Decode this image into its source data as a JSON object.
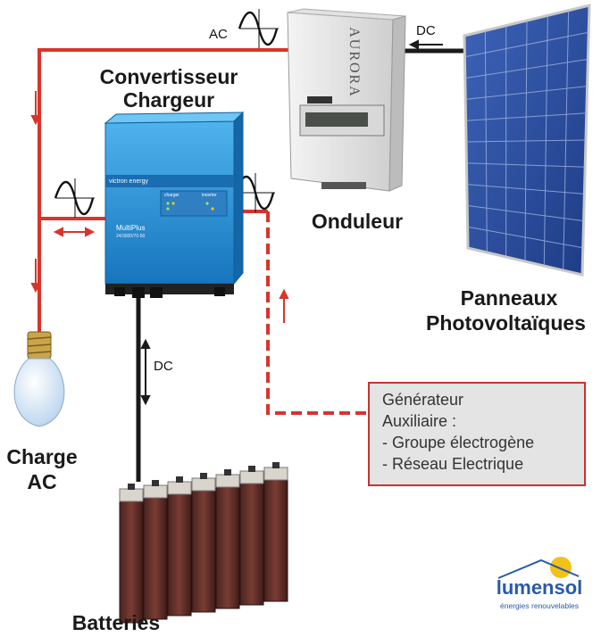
{
  "labels": {
    "converter_line1": "Convertisseur",
    "converter_line2": "Chargeur",
    "inverter": "Onduleur",
    "panels_line1": "Panneaux",
    "panels_line2": "Photovoltaïques",
    "load_line1": "Charge",
    "load_line2": "AC",
    "batteries": "Batteries",
    "ac": "AC",
    "dc_top": "DC",
    "dc_battery": "DC"
  },
  "aux_box": {
    "line1": "Générateur",
    "line2": "Auxiliaire :",
    "line3": "- Groupe électrogène",
    "line4": "- Réseau Electrique"
  },
  "device_text": {
    "aurora": "AURORA",
    "brand": "victron energy",
    "model": "MultiPlus",
    "model_sub": "24/3000/70-50",
    "charger": "charger",
    "inverter": "inverter"
  },
  "logo": {
    "name": "lumensol",
    "tagline": "énergies renouvelables"
  },
  "colors": {
    "ac_wire": "#d9342b",
    "dc_wire": "#1a1a1a",
    "dashed_wire": "#d9342b",
    "victron_blue": "#1f8fd6",
    "logo_blue": "#2a5aa8",
    "logo_sun": "#f2c21a"
  }
}
